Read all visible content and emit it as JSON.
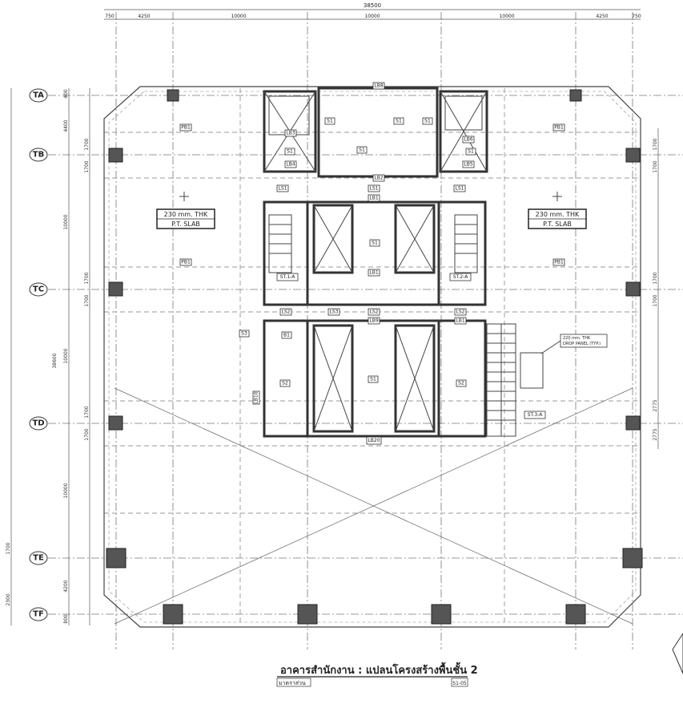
{
  "overall_dimension": "38500",
  "top_dimensions": [
    "750",
    "4250",
    "10000",
    "10000",
    "10000",
    "4250",
    "750"
  ],
  "left_dimensions": [
    "400",
    "4400",
    "1700",
    "1700",
    "10000",
    "1700",
    "1700",
    "10000",
    "1700",
    "1700",
    "10000",
    "1700",
    "4200",
    "2300",
    "800"
  ],
  "right_dimensions": [
    "1700",
    "1700",
    "1700",
    "1700",
    "2775",
    "2775"
  ],
  "total_vertical": "38600",
  "grid_rows": [
    "TA",
    "TB",
    "TC",
    "TD",
    "TE",
    "TF"
  ],
  "slab_labels": [
    {
      "thk": "230 mm. THK",
      "type": "P.T. SLAB"
    },
    {
      "thk": "230 mm. THK",
      "type": "P.T. SLAB"
    }
  ],
  "drop_panel": {
    "line1": "220 mm. THK",
    "line2": "DROP PANEL (TYP.)"
  },
  "stair_tags": [
    "ST.1-A",
    "ST.2-A",
    "ST.3-A"
  ],
  "tags": {
    "pb": "PB1",
    "lb1": "LB1",
    "lb2": "LB2",
    "lb3": "LB3",
    "lb4": "LB4",
    "lb5": "LB5",
    "lb6": "LB6",
    "lb8": "LB8",
    "lb9": "LB9",
    "lb10": "LB10",
    "lb20": "LB20",
    "s1": "S1",
    "s2": "S2",
    "ls1": "LS1",
    "ls2": "LS2",
    "ls3": "LS3",
    "b1": "B1",
    "s3": "S3"
  },
  "title": {
    "main": "อาคารสำนักงาน : แปลนโครงสร้างพื้นชั้น 2",
    "sub": "มาตราส่วน",
    "code": "S1-05"
  }
}
